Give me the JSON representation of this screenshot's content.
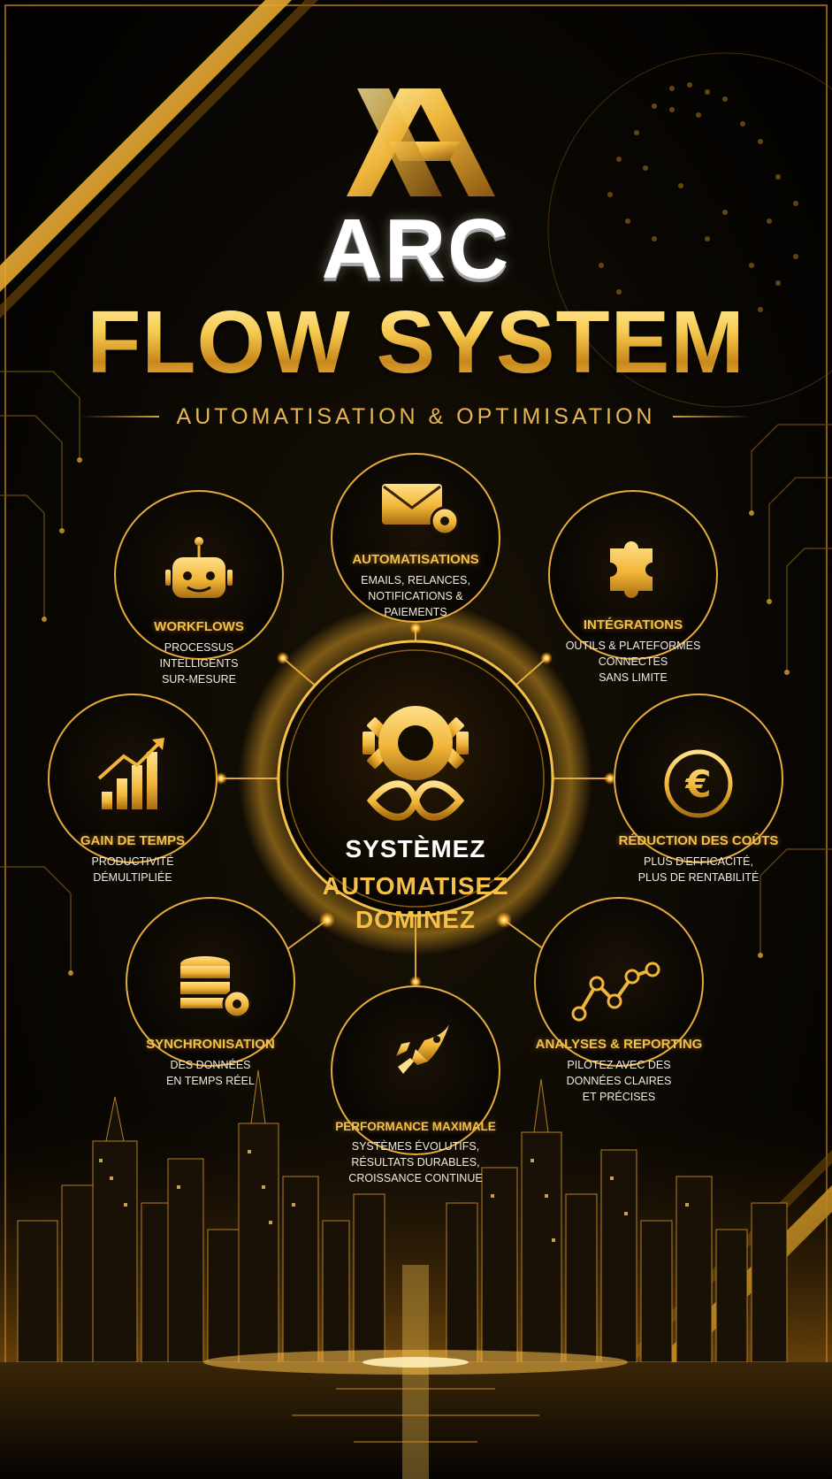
{
  "brand": {
    "line1": "ARC",
    "line2": "FLOW SYSTEM",
    "tagline": "AUTOMATISATION & OPTIMISATION",
    "logo": "arc-logo-icon"
  },
  "center": {
    "line1": "SYSTÈMEZ",
    "line2": "AUTOMATISEZ",
    "line3": "DOMINEZ",
    "icon": "gear-infinity-icon"
  },
  "nodes": {
    "automatisations": {
      "title": "AUTOMATISATIONS",
      "desc": "EMAILS, RELANCES,\nNOTIFICATIONS &\nPAIEMENTS",
      "icon": "envelope-gear-icon"
    },
    "workflows": {
      "title": "WORKFLOWS",
      "desc": "PROCESSUS\nINTELLIGENTS\nSUR-MESURE",
      "icon": "robot-icon"
    },
    "integrations": {
      "title": "INTÉGRATIONS",
      "desc": "OUTILS & PLATEFORMES\nCONNECTÉS\nSANS LIMITE",
      "icon": "puzzle-icon"
    },
    "gain": {
      "title": "GAIN DE TEMPS",
      "desc": "PRODUCTIVITÉ\nDÉMULTIPLIÉE",
      "icon": "bar-chart-arrow-icon"
    },
    "reduction": {
      "title": "RÉDUCTION DES COÛTS",
      "desc": "PLUS D'EFFICACITÉ,\nPLUS DE RENTABILITÉ",
      "icon": "euro-coin-icon"
    },
    "synchronisation": {
      "title": "SYNCHRONISATION",
      "desc": "DES DONNÉES\nEN TEMPS RÉEL",
      "icon": "database-gear-icon"
    },
    "analyses": {
      "title": "ANALYSES & REPORTING",
      "desc": "PILOTEZ AVEC DES\nDONNÉES CLAIRES\nET PRÉCISES",
      "icon": "line-chart-icon"
    },
    "performance": {
      "title": "PERFORMANCE MAXIMALE",
      "desc": "SYSTÈMES ÉVOLUTIFS,\nRÉSULTATS DURABLES,\nCROISSANCE CONTINUE",
      "icon": "rocket-icon"
    }
  },
  "colors": {
    "gold": "#f4c04a",
    "gold_dark": "#b07a16",
    "background": "#050402",
    "text_light": "#f2ecdc"
  }
}
